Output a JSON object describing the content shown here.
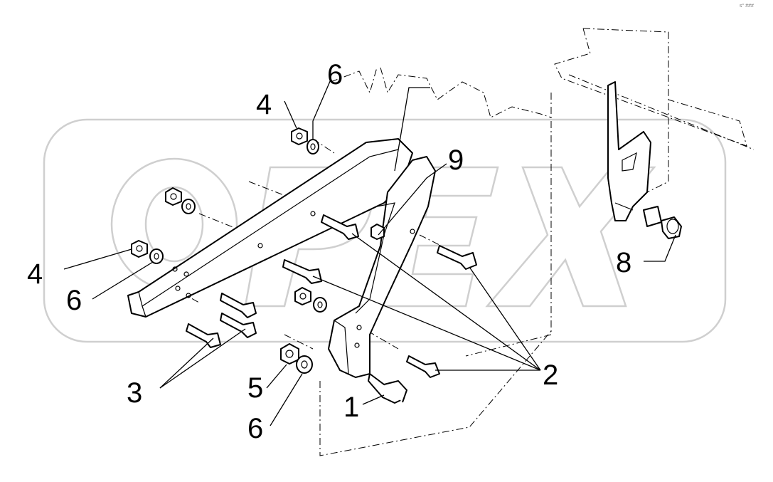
{
  "corner_mark": "s° ###",
  "watermark": "OPEX",
  "callouts": [
    {
      "id": "c1",
      "text": "1"
    },
    {
      "id": "c2",
      "text": "2"
    },
    {
      "id": "c3",
      "text": "3"
    },
    {
      "id": "c4a",
      "text": "4"
    },
    {
      "id": "c4b",
      "text": "4"
    },
    {
      "id": "c5",
      "text": "5"
    },
    {
      "id": "c6a",
      "text": "6"
    },
    {
      "id": "c6b",
      "text": "6"
    },
    {
      "id": "c6c",
      "text": "6"
    },
    {
      "id": "c8",
      "text": "8"
    },
    {
      "id": "c9",
      "text": "9"
    }
  ]
}
